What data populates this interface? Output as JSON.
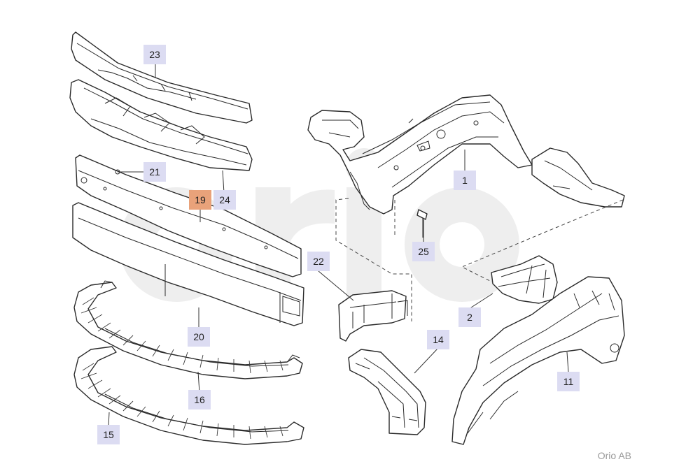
{
  "watermark": "orio",
  "brand": "Orio AB",
  "callouts": {
    "c1": "1",
    "c2": "2",
    "c11": "11",
    "c14": "14",
    "c15": "15",
    "c16": "16",
    "c19": "19",
    "c20": "20",
    "c21": "21",
    "c22": "22",
    "c23": "23",
    "c24": "24",
    "c25": "25"
  },
  "highlighted_callout": "19",
  "colors": {
    "callout": "#dcdcf2",
    "highlight": "#e9a27a",
    "watermark": "#e3e3e3"
  }
}
